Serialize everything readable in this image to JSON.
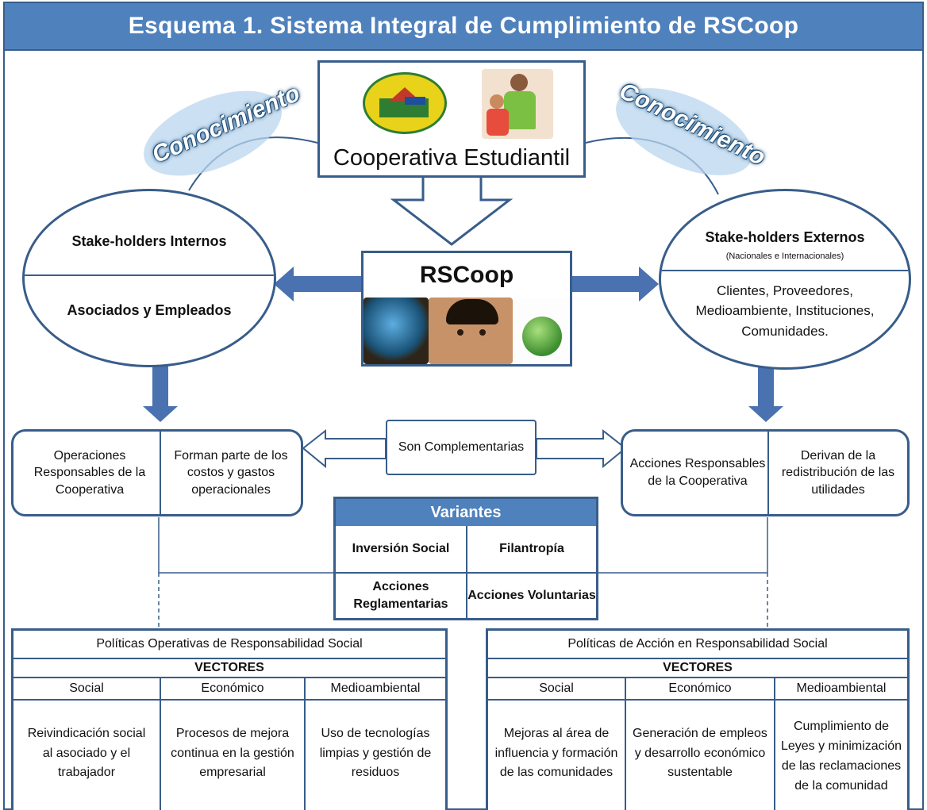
{
  "title": "Esquema 1.  Sistema Integral de Cumplimiento de RSCoop",
  "knowledge_label": "Conocimiento",
  "top_box": {
    "label": "Cooperativa Estudiantil"
  },
  "center_box": {
    "label": "RSCoop"
  },
  "left_ellipse": {
    "title": "Stake-holders Internos",
    "body": "Asociados y Empleados"
  },
  "right_ellipse": {
    "title": "Stake-holders Externos",
    "subtitle": "(Nacionales e Internacionales)",
    "body": "Clientes, Proveedores, Medioambiente, Instituciones, Comunidades."
  },
  "complement_label": "Son Complementarias",
  "left_ops": {
    "left": "Operaciones Responsables de la Cooperativa",
    "right": "Forman parte de los costos y gastos operacionales"
  },
  "right_ops": {
    "left": "Acciones Responsables de la Cooperativa",
    "right": "Derivan de la redistribución de las utilidades"
  },
  "variants": {
    "header": "Variantes",
    "cells": [
      "Inversión Social",
      "Filantropía",
      "Acciones Reglamentarias",
      "Acciones Voluntarias"
    ]
  },
  "left_policy": {
    "title": "Políticas Operativas de Responsabilidad Social",
    "vectors": "VECTORES",
    "columns": [
      "Social",
      "Económico",
      "Medioambiental"
    ],
    "cells": [
      "Reivindicación social al asociado y el trabajador",
      "Procesos de mejora continua en la gestión empresarial",
      "Uso de tecnologías limpias y gestión de residuos"
    ]
  },
  "right_policy": {
    "title": "Políticas de Acción en Responsabilidad Social",
    "vectors": "VECTORES",
    "columns": [
      "Social",
      "Económico",
      "Medioambiental"
    ],
    "cells": [
      "Mejoras al área de influencia y formación de las comunidades",
      "Generación de empleos y desarrollo económico sustentable",
      "Cumplimiento de Leyes y minimización de las reclamaciones de la comunidad"
    ]
  },
  "colors": {
    "primary": "#4f81bd",
    "border": "#385d8a",
    "arrow": "#4a72b0"
  },
  "icons": [
    "cooperative-logo",
    "students-photo",
    "earth-hands-photo",
    "child-photo",
    "green-globe-photo"
  ]
}
